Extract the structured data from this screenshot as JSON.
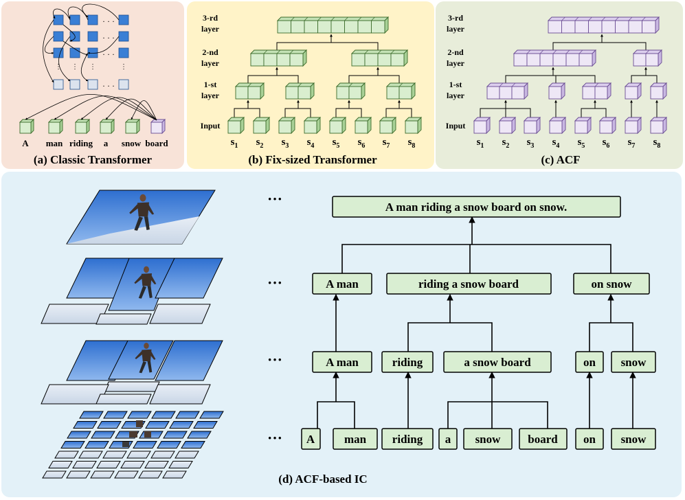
{
  "panels": {
    "a": {
      "caption": "(a) Classic Transformer",
      "ellipsis": "· · ·",
      "words": [
        "A",
        "man",
        "riding",
        "a",
        "snow",
        "board"
      ]
    },
    "b": {
      "caption": "(b) Fix-sized Transformer",
      "layer3": [
        "3-rd",
        "layer"
      ],
      "layer2": [
        "2-nd",
        "layer"
      ],
      "layer1": [
        "1-st",
        "layer"
      ],
      "input": "Input",
      "s_letter": "s",
      "s_subscripts": [
        "1",
        "2",
        "3",
        "4",
        "5",
        "6",
        "7",
        "8"
      ]
    },
    "c": {
      "caption": "(c) ACF",
      "layer3": [
        "3-rd",
        "layer"
      ],
      "layer2": [
        "2-nd",
        "layer"
      ],
      "layer1": [
        "1-st",
        "layer"
      ],
      "input": "Input",
      "s_letter": "s",
      "s_subscripts": [
        "1",
        "2",
        "3",
        "4",
        "5",
        "6",
        "7",
        "8"
      ]
    },
    "d": {
      "caption": "(d) ACF-based IC",
      "ellipsis": "···",
      "top_sentence": "A man riding a snow board on snow.",
      "level2": [
        "A man",
        "riding a snow board",
        "on snow"
      ],
      "level1": [
        "A man",
        "riding",
        "a snow board",
        "on",
        "snow"
      ],
      "level0": [
        "A",
        "man",
        "riding",
        "a",
        "snow",
        "board",
        "on",
        "snow"
      ]
    }
  },
  "colors": {
    "panel_a_bg": "#F8E3D8",
    "panel_b_bg": "#FFF3C8",
    "panel_c_bg": "#E8EDDA",
    "panel_d_bg": "#E3F1F8",
    "green_face": "#D9EECF",
    "purple_face": "#EEE7F6",
    "purple_stroke": "#6A4C93",
    "blue_cell": "#3A7FD5",
    "word_box": "#D9EED2",
    "sky": "#4F8FE0"
  }
}
